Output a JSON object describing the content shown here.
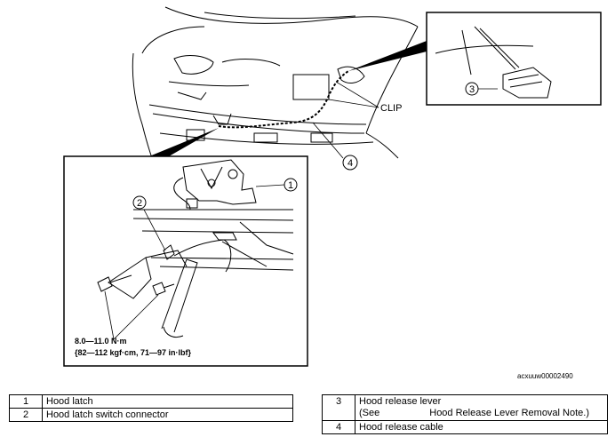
{
  "callouts": {
    "c1": "1",
    "c2": "2",
    "c3": "3",
    "c4": "4",
    "clip": "CLIP"
  },
  "torque": {
    "line1": "8.0—11.0 N·m",
    "line2": "{82—112 kgf·cm, 71—97 in·lbf}"
  },
  "figure_id": "acxuuw00002490",
  "legend_left": [
    {
      "num": "1",
      "text": "Hood latch"
    },
    {
      "num": "2",
      "text": "Hood latch switch connector"
    }
  ],
  "legend_right": [
    {
      "num": "3",
      "text": "Hood release lever",
      "note_prefix": "(See",
      "note_body": "Hood Release Lever Removal Note.)"
    },
    {
      "num": "4",
      "text": "Hood release cable"
    }
  ]
}
